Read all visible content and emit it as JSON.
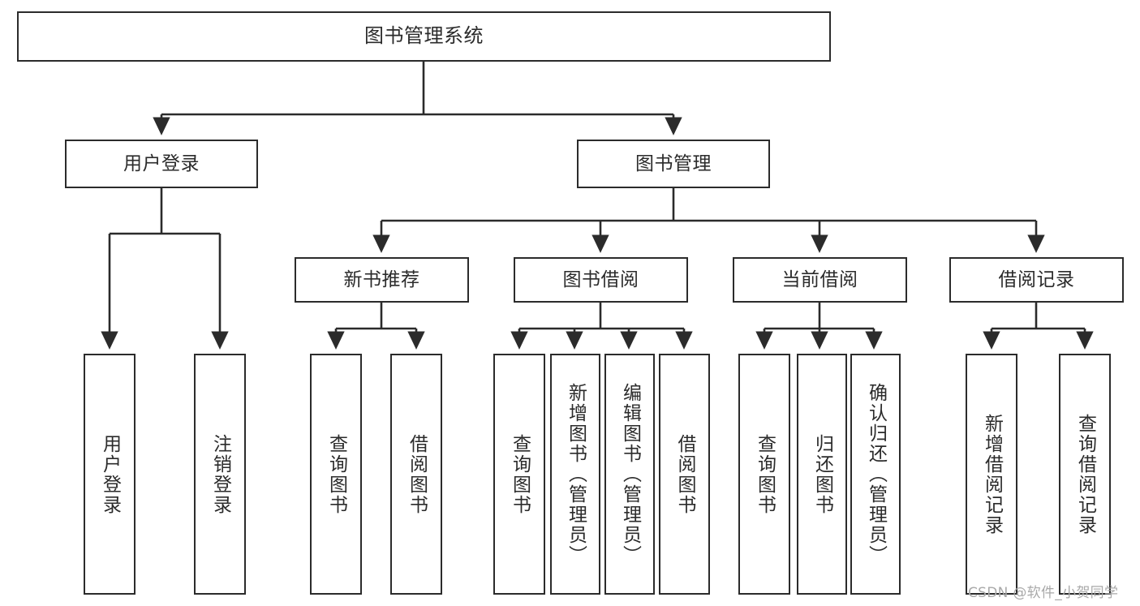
{
  "diagram": {
    "title": "图书管理系统",
    "type": "tree-hierarchy",
    "root": {
      "label": "图书管理系统"
    },
    "level2": [
      {
        "label": "用户登录"
      },
      {
        "label": "图书管理"
      }
    ],
    "level3": [
      {
        "label": "新书推荐"
      },
      {
        "label": "图书借阅"
      },
      {
        "label": "当前借阅"
      },
      {
        "label": "借阅记录"
      }
    ],
    "leaves": {
      "user_login": [
        {
          "label": "用户登录"
        },
        {
          "label": "注销登录"
        }
      ],
      "new_book_recommend": [
        {
          "label": "查询图书"
        },
        {
          "label": "借阅图书"
        }
      ],
      "book_borrow": [
        {
          "label": "查询图书"
        },
        {
          "label": "新增图书（管理员）"
        },
        {
          "label": "编辑图书（管理员）"
        },
        {
          "label": "借阅图书"
        }
      ],
      "current_borrow": [
        {
          "label": "查询图书"
        },
        {
          "label": "归还图书"
        },
        {
          "label": "确认归还（管理员）"
        }
      ],
      "borrow_record": [
        {
          "label": "新增借阅记录"
        },
        {
          "label": "查询借阅记录"
        }
      ]
    }
  },
  "watermark": {
    "text": "CSDN @软件_小贺同学"
  },
  "colors": {
    "stroke": "#2b2b2b",
    "background": "#ffffff",
    "text": "#2b2b2b",
    "watermark": "#a9a9a9"
  }
}
